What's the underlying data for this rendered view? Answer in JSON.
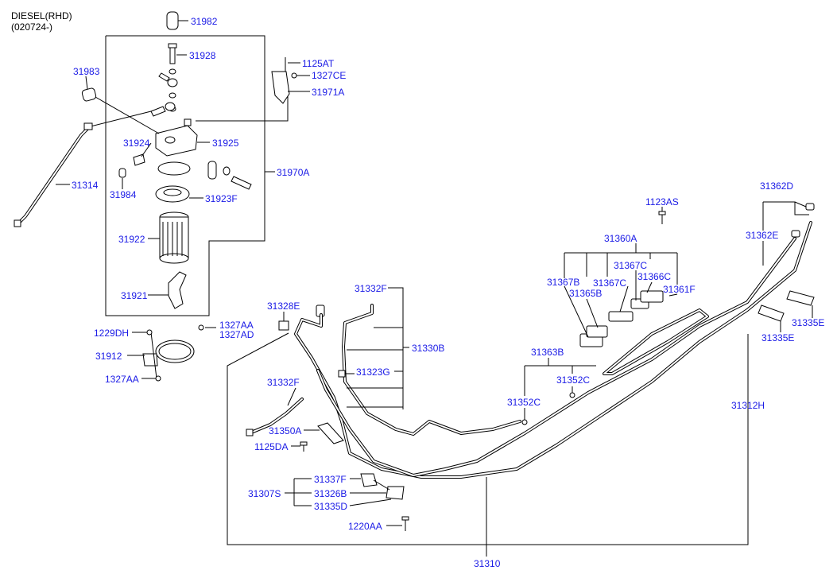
{
  "header": {
    "line1": "DIESEL(RHD)",
    "line2": "(020724-)"
  },
  "colors": {
    "label": "#1a1ae6",
    "line": "#000000",
    "background": "#ffffff"
  },
  "parts": {
    "p31982": "31982",
    "p31928": "31928",
    "p31983": "31983",
    "p1125AT": "1125AT",
    "p1327CE": "1327CE",
    "p31971A": "31971A",
    "p31924": "31924",
    "p31925": "31925",
    "p31970A": "31970A",
    "p31314": "31314",
    "p31984": "31984",
    "p31923F": "31923F",
    "p31922": "31922",
    "p31921": "31921",
    "p1229DH": "1229DH",
    "p1327AA_top": "1327AA",
    "p1327AD": "1327AD",
    "p31912": "31912",
    "p1327AA_bottom": "1327AA",
    "p31328E": "31328E",
    "p31332F_top": "31332F",
    "p31330B": "31330B",
    "p31323G": "31323G",
    "p31332F_mid": "31332F",
    "p31350A": "31350A",
    "p1125DA": "1125DA",
    "p31337F": "31337F",
    "p31307S": "31307S",
    "p31326B": "31326B",
    "p31335D": "31335D",
    "p1220AA": "1220AA",
    "p31310": "31310",
    "p1123AS": "1123AS",
    "p31360A": "31360A",
    "p31367C_top": "31367C",
    "p31367B": "31367B",
    "p31367C_mid": "31367C",
    "p31366C": "31366C",
    "p31365B": "31365B",
    "p31361F": "31361F",
    "p31362D": "31362D",
    "p31362E": "31362E",
    "p31335E_right": "31335E",
    "p31335E_left": "31335E",
    "p31363B": "31363B",
    "p31352C_right": "31352C",
    "p31352C_left": "31352C",
    "p31312H": "31312H"
  }
}
